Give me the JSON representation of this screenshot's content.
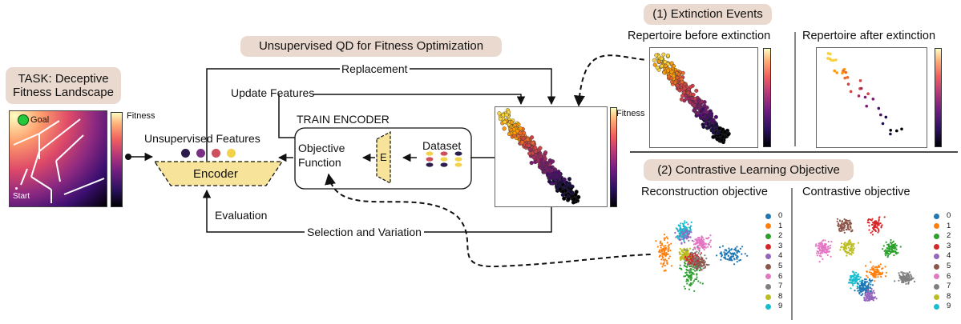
{
  "task": {
    "title": "TASK: Deceptive Fitness Landscape",
    "goal": "Goal",
    "start": "Start",
    "fitness": "Fitness"
  },
  "qd": {
    "title": "Unsupervised QD for Fitness Optimization",
    "replacement": "Replacement",
    "update_features": "Update Features",
    "train_encoder": "TRAIN ENCODER",
    "unsupervised_features": "Unsupervised Features",
    "encoder": "Encoder",
    "objective_function": "Objective Function",
    "e_label": "E",
    "dataset": "Dataset",
    "evaluation": "Evaluation",
    "selection_variation": "Selection and Variation",
    "fitness": "Fitness"
  },
  "extinction": {
    "title": "(1) Extinction Events",
    "before": "Repertoire before extinction",
    "after": "Repertoire after extinction"
  },
  "contrastive": {
    "title": "(2) Contrastive Learning Objective",
    "reconstruction": "Reconstruction objective",
    "contrastive": "Contrastive objective"
  },
  "legend": {
    "labels": [
      "0",
      "1",
      "2",
      "3",
      "4",
      "5",
      "6",
      "7",
      "8",
      "9"
    ],
    "colors": [
      "#1f77b4",
      "#ff7f0e",
      "#2ca02c",
      "#d62728",
      "#9467bd",
      "#8c564b",
      "#e377c2",
      "#7f7f7f",
      "#bcbd22",
      "#17becf"
    ]
  },
  "feature_dot_colors": [
    "#2b1d4b",
    "#7a2f86",
    "#cd4f5c",
    "#f2d24a"
  ],
  "encoder_fill": "#f7e49a"
}
